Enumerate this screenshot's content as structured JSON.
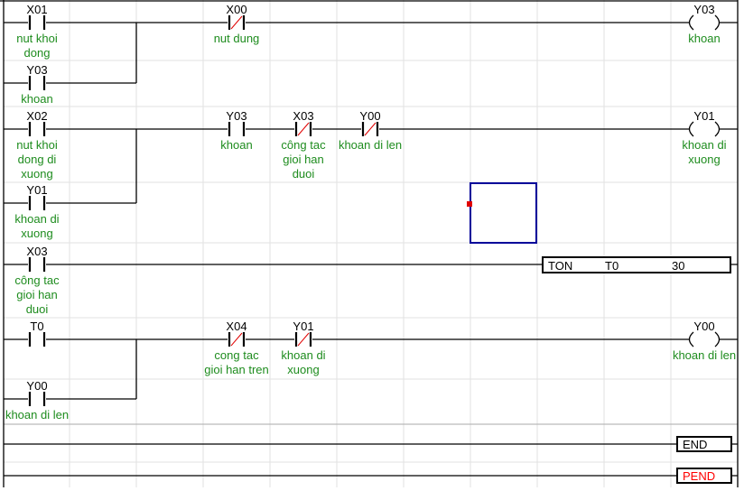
{
  "rungs": [
    {
      "contacts": [
        {
          "addr": "X01",
          "type": "NO",
          "comment": [
            "nut khoi",
            "dong"
          ]
        },
        {
          "addr": "Y03",
          "type": "NO",
          "comment": [
            "khoan"
          ]
        },
        {
          "addr": "X00",
          "type": "NC",
          "comment": [
            "nut dung"
          ]
        }
      ],
      "coil": {
        "addr": "Y03",
        "comment": [
          "khoan"
        ]
      }
    },
    {
      "contacts": [
        {
          "addr": "X02",
          "type": "NO",
          "comment": [
            "nut khoi",
            "dong di",
            "xuong"
          ]
        },
        {
          "addr": "Y01",
          "type": "NO",
          "comment": [
            "khoan di",
            "xuong"
          ]
        },
        {
          "addr": "Y03",
          "type": "NO",
          "comment": [
            "khoan"
          ]
        },
        {
          "addr": "X03",
          "type": "NC",
          "comment": [
            "công tac",
            "gioi han",
            "duoi"
          ]
        },
        {
          "addr": "Y00",
          "type": "NC",
          "comment": [
            "khoan di len"
          ]
        }
      ],
      "coil": {
        "addr": "Y01",
        "comment": [
          "khoan di",
          "xuong"
        ]
      }
    },
    {
      "contacts": [
        {
          "addr": "X03",
          "type": "NO",
          "comment": [
            "công tac",
            "gioi han",
            "duoi"
          ]
        }
      ],
      "instruction": {
        "op": "TON",
        "operand1": "T0",
        "operand2": "30"
      }
    },
    {
      "contacts": [
        {
          "addr": "T0",
          "type": "NO",
          "comment": []
        },
        {
          "addr": "Y00",
          "type": "NO",
          "comment": [
            "khoan di len"
          ]
        },
        {
          "addr": "X04",
          "type": "NC",
          "comment": [
            "cong tac",
            "gioi han tren"
          ]
        },
        {
          "addr": "Y01",
          "type": "NC",
          "comment": [
            "khoan di",
            "xuong"
          ]
        }
      ],
      "coil": {
        "addr": "Y00",
        "comment": [
          "khoan di len"
        ]
      }
    },
    {
      "instruction": {
        "op": "END"
      }
    },
    {
      "instruction": {
        "op": "PEND"
      }
    }
  ],
  "colors": {
    "comment": "#1e8c1e",
    "nc_slash": "#e00000",
    "cursor": "#000099",
    "pend": "#ff0000"
  }
}
